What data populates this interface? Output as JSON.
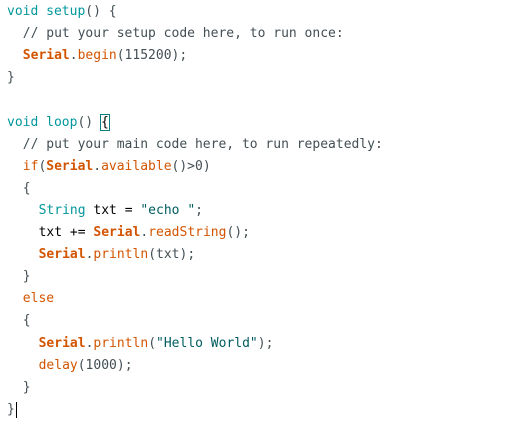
{
  "editor": {
    "lines": [
      {
        "indent": 0,
        "tokens": [
          [
            "kw",
            "void"
          ],
          [
            "txt",
            " "
          ],
          [
            "kw",
            "setup"
          ],
          [
            "pun",
            "() {"
          ]
        ]
      },
      {
        "indent": 2,
        "tokens": [
          [
            "com",
            "// put your setup code here, to run once:"
          ]
        ]
      },
      {
        "indent": 2,
        "tokens": [
          [
            "obj",
            "Serial"
          ],
          [
            "pun",
            "."
          ],
          [
            "fn",
            "begin"
          ],
          [
            "pun",
            "(115200);"
          ]
        ]
      },
      {
        "indent": 0,
        "tokens": [
          [
            "pun",
            "}"
          ]
        ]
      },
      {
        "indent": 0,
        "tokens": []
      },
      {
        "indent": 0,
        "tokens": [
          [
            "kw",
            "void"
          ],
          [
            "txt",
            " "
          ],
          [
            "kw",
            "loop"
          ],
          [
            "pun",
            "() "
          ],
          [
            "brace",
            "{"
          ]
        ]
      },
      {
        "indent": 2,
        "tokens": [
          [
            "com",
            "// put your main code here, to run repeatedly:"
          ]
        ]
      },
      {
        "indent": 2,
        "tokens": [
          [
            "fn",
            "if"
          ],
          [
            "pun",
            "("
          ],
          [
            "obj",
            "Serial"
          ],
          [
            "pun",
            "."
          ],
          [
            "fn",
            "available"
          ],
          [
            "pun",
            "()>0)"
          ]
        ]
      },
      {
        "indent": 2,
        "tokens": [
          [
            "pun",
            "{"
          ]
        ]
      },
      {
        "indent": 4,
        "tokens": [
          [
            "kw",
            "String"
          ],
          [
            "txt",
            " txt = "
          ],
          [
            "str",
            "\"echo \""
          ],
          [
            "pun",
            ";"
          ]
        ]
      },
      {
        "indent": 4,
        "tokens": [
          [
            "txt",
            "txt += "
          ],
          [
            "obj",
            "Serial"
          ],
          [
            "pun",
            "."
          ],
          [
            "fn",
            "readString"
          ],
          [
            "pun",
            "();"
          ]
        ]
      },
      {
        "indent": 4,
        "tokens": [
          [
            "obj",
            "Serial"
          ],
          [
            "pun",
            "."
          ],
          [
            "fn",
            "println"
          ],
          [
            "pun",
            "(txt);"
          ]
        ]
      },
      {
        "indent": 2,
        "tokens": [
          [
            "pun",
            "}"
          ]
        ]
      },
      {
        "indent": 2,
        "tokens": [
          [
            "fn",
            "else"
          ]
        ]
      },
      {
        "indent": 2,
        "tokens": [
          [
            "pun",
            "{"
          ]
        ]
      },
      {
        "indent": 4,
        "tokens": [
          [
            "obj",
            "Serial"
          ],
          [
            "pun",
            "."
          ],
          [
            "fn",
            "println"
          ],
          [
            "pun",
            "("
          ],
          [
            "str",
            "\"Hello World\""
          ],
          [
            "pun",
            ");"
          ]
        ]
      },
      {
        "indent": 4,
        "tokens": [
          [
            "fn",
            "delay"
          ],
          [
            "pun",
            "(1000);"
          ]
        ]
      },
      {
        "indent": 2,
        "tokens": [
          [
            "pun",
            "}"
          ]
        ]
      },
      {
        "indent": 0,
        "tokens": [
          [
            "pun",
            "}"
          ],
          [
            "caret",
            ""
          ]
        ]
      }
    ]
  }
}
